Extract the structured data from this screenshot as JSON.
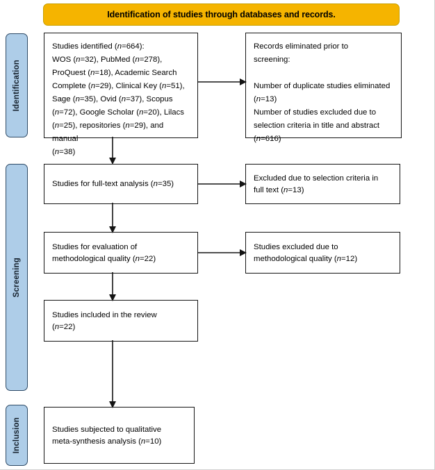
{
  "banner": {
    "title": "Identification of studies through databases and records.",
    "color": "#F5B400"
  },
  "stages": [
    {
      "id": "identification",
      "label": "Identification"
    },
    {
      "id": "screening",
      "label": "Screening"
    },
    {
      "id": "inclusion",
      "label": "Inclusion"
    }
  ],
  "stage_color": "#AECDE8",
  "boxes": {
    "identified": "Studies identified (n=664):\nWOS (n=32), PubMed (n=278),\nProQuest (n=18), Academic Search\nComplete (n=29), Clinical Key (n=51),\nSage (n=35), Ovid (n=37), Scopus\n(n=72), Google Scholar (n=20), Lilacs\n(n=25), repositories (n=29), and manual\n(n=38)",
    "eliminated": "Records eliminated prior to\nscreening:\n\nNumber of duplicate studies eliminated\n(n=13)\nNumber of studies excluded due to\nselection criteria in title and abstract\n(n=616)",
    "fulltext": "Studies for full-text analysis (n=35)",
    "excluded_fulltext": "Excluded due to selection criteria in\nfull text (n=13)",
    "methodological": "Studies for evaluation of\nmethodological quality (n=22)",
    "excluded_quality": "Studies excluded due to\nmethodological quality (n=12)",
    "included": "Studies included in the review\n(n=22)",
    "qualitative": "Studies subjected to qualitative\nmeta-synthesis analysis (n=10)"
  },
  "flow_data": {
    "type": "prisma-flow-diagram",
    "total_identified": 664,
    "sources": [
      {
        "name": "WOS",
        "n": 32
      },
      {
        "name": "PubMed",
        "n": 278
      },
      {
        "name": "ProQuest",
        "n": 18
      },
      {
        "name": "Academic Search Complete",
        "n": 29
      },
      {
        "name": "Clinical Key",
        "n": 51
      },
      {
        "name": "Sage",
        "n": 35
      },
      {
        "name": "Ovid",
        "n": 37
      },
      {
        "name": "Scopus",
        "n": 72
      },
      {
        "name": "Google Scholar",
        "n": 20
      },
      {
        "name": "Lilacs",
        "n": 25
      },
      {
        "name": "repositories",
        "n": 29
      },
      {
        "name": "manual",
        "n": 38
      }
    ],
    "exclusions": [
      {
        "reason": "duplicate studies eliminated",
        "n": 13
      },
      {
        "reason": "excluded due to selection criteria in title and abstract",
        "n": 616
      },
      {
        "reason": "excluded due to selection criteria in full text",
        "n": 13
      },
      {
        "reason": "excluded due to methodological quality",
        "n": 12
      }
    ],
    "stages_counts": {
      "full_text_analysis": 35,
      "methodological_quality_evaluation": 22,
      "included_in_review": 22,
      "qualitative_meta_synthesis": 10
    }
  }
}
